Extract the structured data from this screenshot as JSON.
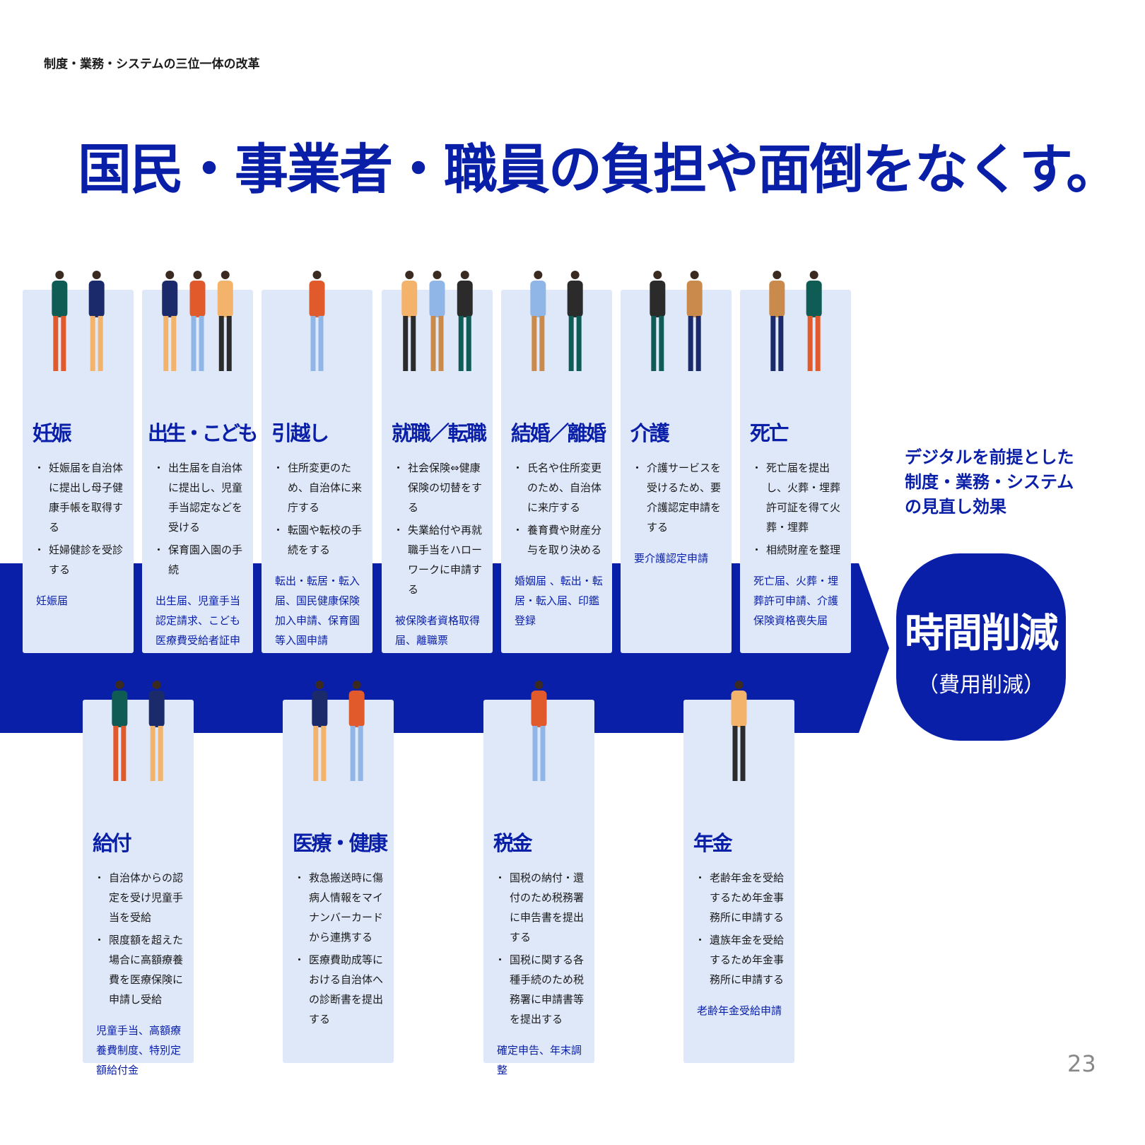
{
  "breadcrumb": "制度・業務・システムの三位一体の改革",
  "title": "国民・事業者・職員の負担や面倒をなくす。",
  "side_label": "デジタルを前提とした制度・業務・システムの見直し効果",
  "result": {
    "main": "時間削減",
    "sub": "（費用削減）"
  },
  "page_number": "23",
  "colors": {
    "accent": "#0a1fa8",
    "card": "#dfe8f9"
  },
  "top_cards": [
    {
      "title": "妊娠",
      "bullets": [
        "妊娠届を自治体に提出し母子健康手帳を取得する",
        "妊婦健診を受診する"
      ],
      "forms": "妊娠届"
    },
    {
      "title": "出生・こども",
      "bullets": [
        "出生届を自治体に提出し、児童手当認定などを受ける",
        "保育園入園の手続"
      ],
      "forms": "出生届、児童手当認定請求、こども医療費受給者証申請"
    },
    {
      "title": "引越し",
      "bullets": [
        "住所変更のため、自治体に来庁する",
        "転園や転校の手続をする"
      ],
      "forms": "転出・転居・転入届、国民健康保険加入申請、保育園等入園申請"
    },
    {
      "title": "就職／転職",
      "bullets": [
        "社会保険⇔健康保険の切替をする",
        "失業給付や再就職手当をハローワークに申請する"
      ],
      "forms": "被保険者資格取得届、離職票"
    },
    {
      "title": "結婚／離婚",
      "bullets": [
        "氏名や住所変更のため、自治体に来庁する",
        "養育費や財産分与を取り決める"
      ],
      "forms": "婚姻届 、転出・転居・転入届、印鑑登録"
    },
    {
      "title": "介護",
      "bullets": [
        "介護サービスを受けるため、要介護認定申請をする"
      ],
      "forms": "要介護認定申請"
    },
    {
      "title": "死亡",
      "bullets": [
        "死亡届を提出し、火葬・埋葬許可証を得て火葬・埋葬",
        "相続財産を整理"
      ],
      "forms": "死亡届、火葬・埋葬許可申請、介護保険資格喪失届"
    }
  ],
  "bottom_cards": [
    {
      "title": "給付",
      "bullets": [
        "自治体からの認定を受け児童手当を受給",
        "限度額を超えた場合に高額療養費を医療保険に申請し受給"
      ],
      "forms": "児童手当、高額療養費制度、特別定額給付金"
    },
    {
      "title": "医療・健康",
      "bullets": [
        "救急搬送時に傷病人情報をマイナンバーカードから連携する",
        "医療費助成等における自治体への診断書を提出する"
      ],
      "forms": ""
    },
    {
      "title": "税金",
      "bullets": [
        "国税の納付・還付のため税務署に申告書を提出する",
        "国税に関する各種手続のため税務署に申請書等を提出する"
      ],
      "forms": "確定申告、年末調整"
    },
    {
      "title": "年金",
      "bullets": [
        "老齢年金を受給するため年金事務所に申請する",
        "遺族年金を受給するため年金事務所に申請する"
      ],
      "forms": "老齢年金受給申請"
    }
  ]
}
